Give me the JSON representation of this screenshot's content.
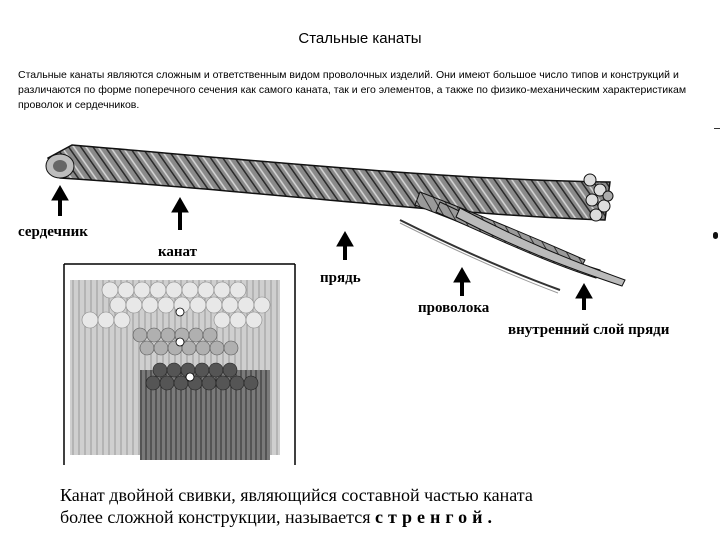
{
  "page": {
    "title": "Стальные канаты",
    "intro": "Стальные канаты являются сложным и ответственным видом проволочных изделий. Они имеют большое число типов и конструкций и различаются по форме поперечного сечения как самого каната, так и его элементов, а также по физико-механическим характеристикам проволок и сердечников."
  },
  "figure": {
    "labels": {
      "core": "сердечник",
      "rope": "канат",
      "strand": "прядь",
      "wire": "проволока",
      "inner_layer": "внутренний слой пряди"
    }
  },
  "caption": {
    "line1": "Канат двойной свивки, являющийся составной частью каната",
    "line2_prefix": "более сложной конструкции, называется",
    "line2_term": "стренгой."
  }
}
